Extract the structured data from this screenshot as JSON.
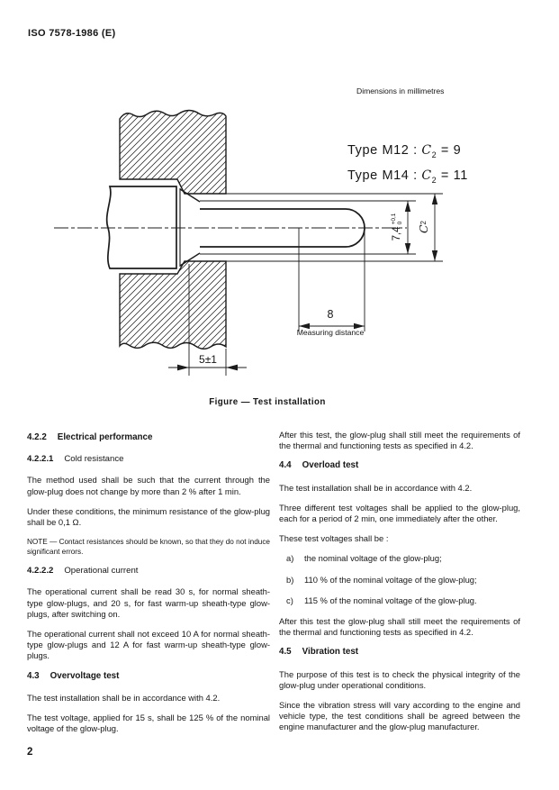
{
  "header": {
    "doc_ref": "ISO 7578-1986 (E)"
  },
  "figure": {
    "dimensions_note": "Dimensions in millimetres",
    "types": [
      {
        "prefix": "Type M12 : ",
        "var": "C",
        "sub": "2",
        "rest": " = 9"
      },
      {
        "prefix": "Type M14 : ",
        "var": "C",
        "sub": "2",
        "rest": " = 11"
      }
    ],
    "dims": {
      "diameter": {
        "value": "7,4",
        "tol_plus": "+0,1",
        "tol_minus": "0"
      },
      "c2": {
        "var": "C",
        "sub": "2"
      },
      "measuring": {
        "value": "8",
        "label": "Measuring distance"
      },
      "depth": "5±1"
    },
    "caption": "Figure — Test installation"
  },
  "columns": {
    "left": [
      {
        "type": "h2",
        "num": "4.2.2",
        "title": "Electrical performance"
      },
      {
        "type": "h3",
        "num": "4.2.2.1",
        "title": "Cold resistance"
      },
      {
        "type": "p",
        "text": "The method used shall be such that the current through the glow-plug does not change by more than 2 % after 1 min."
      },
      {
        "type": "p",
        "text": "Under these conditions, the minimum resistance of the glow-plug shall be 0,1 Ω."
      },
      {
        "type": "note",
        "text": "NOTE — Contact resistances should be known, so that they do not induce significant errors."
      },
      {
        "type": "h3",
        "num": "4.2.2.2",
        "title": "Operational current"
      },
      {
        "type": "p",
        "text": "The operational current shall be read 30 s, for normal sheath-type glow-plugs, and 20 s, for fast warm-up sheath-type glow-plugs, after switching on."
      },
      {
        "type": "p",
        "text": "The operational current shall not exceed 10 A for normal sheath-type glow-plugs and 12 A for fast warm-up sheath-type glow-plugs."
      },
      {
        "type": "h2",
        "num": "4.3",
        "title": "Overvoltage test"
      },
      {
        "type": "p",
        "text": "The test installation shall be in accordance with 4.2."
      },
      {
        "type": "p",
        "text": "The test voltage, applied for 15 s, shall be 125 % of the nominal voltage of the glow-plug."
      }
    ],
    "right": [
      {
        "type": "p",
        "text": "After this test, the glow-plug shall still meet the requirements of the thermal and functioning tests as specified in 4.2."
      },
      {
        "type": "h2",
        "num": "4.4",
        "title": "Overload test"
      },
      {
        "type": "p",
        "text": "The test installation shall be in accordance with 4.2."
      },
      {
        "type": "p",
        "text": "Three different test voltages shall be applied to the glow-plug, each for a period of 2 min, one immediately after the other."
      },
      {
        "type": "p",
        "text": "These test voltages shall be :"
      },
      {
        "type": "li",
        "label": "a)",
        "text": "the nominal voltage of the glow-plug;"
      },
      {
        "type": "li",
        "label": "b)",
        "text": "110 % of the nominal voltage of the glow-plug;"
      },
      {
        "type": "li",
        "label": "c)",
        "text": "115 % of the nominal voltage of the glow-plug."
      },
      {
        "type": "p",
        "text": "After this test the glow-plug shall still meet the requirements of the thermal and functioning tests as specified in 4.2."
      },
      {
        "type": "h2",
        "num": "4.5",
        "title": "Vibration test"
      },
      {
        "type": "p",
        "text": "The purpose of this test is to check the physical integrity of the glow-plug under operational conditions."
      },
      {
        "type": "p",
        "text": "Since the vibration stress will vary according to the engine and vehicle type, the test conditions shall be agreed between the engine manufacturer and the glow-plug manufacturer."
      }
    ]
  },
  "footer": {
    "page_number": "2"
  }
}
